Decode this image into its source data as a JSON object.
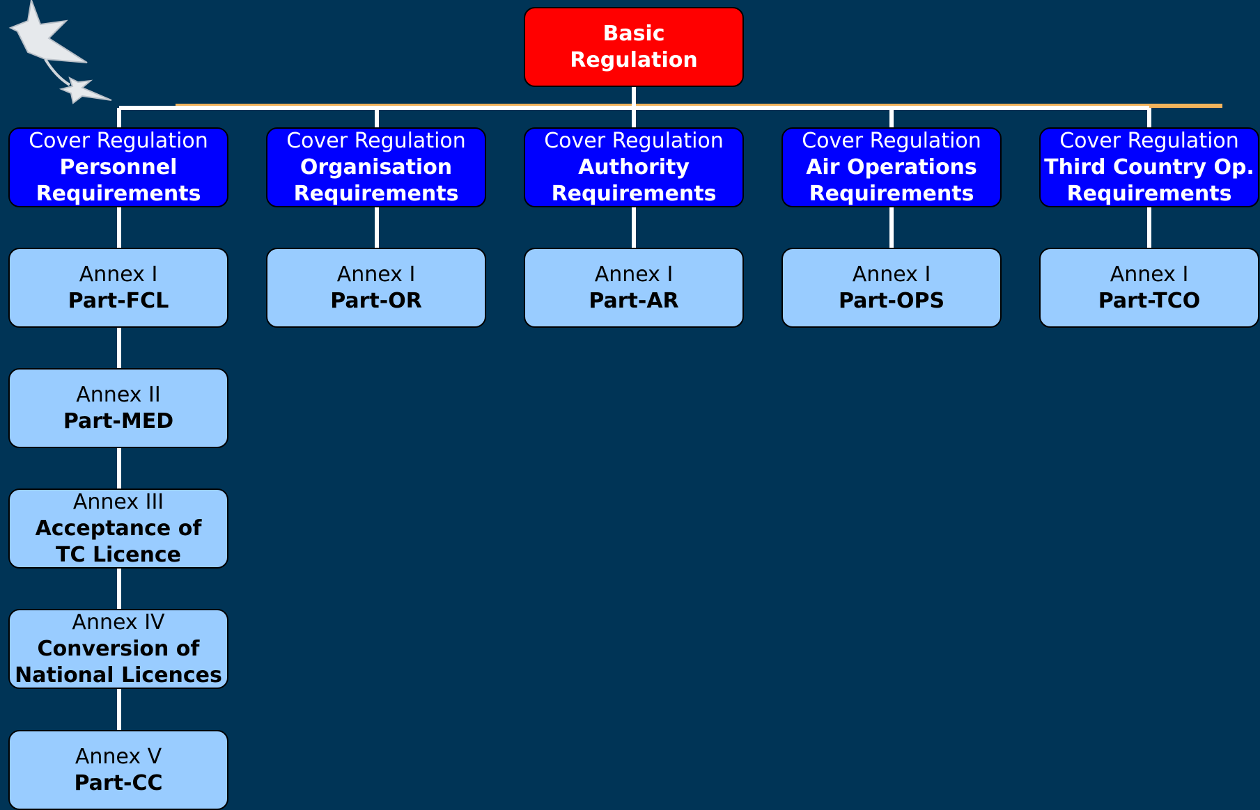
{
  "basic_regulation": {
    "line1": "Basic",
    "line2": "Regulation"
  },
  "colors": {
    "background": "#003456",
    "basic": "#ff0000",
    "cover": "#0000ff",
    "annex": "#99ccff",
    "connector": "#ffffff",
    "accent_line": "#f2b35c"
  },
  "logo": "stars-icon",
  "columns": [
    {
      "cover": {
        "line1": "Cover Regulation",
        "line2": "Personnel",
        "line3": "Requirements"
      },
      "annexes": [
        {
          "line1": "Annex I",
          "line2": "Part-FCL"
        },
        {
          "line1": "Annex II",
          "line2": "Part-MED"
        },
        {
          "line1": "Annex III",
          "line2": "Acceptance of",
          "line3": "TC Licence"
        },
        {
          "line1": "Annex IV",
          "line2": "Conversion of",
          "line3": "National Licences"
        },
        {
          "line1": "Annex V",
          "line2": "Part-CC"
        }
      ]
    },
    {
      "cover": {
        "line1": "Cover Regulation",
        "line2": "Organisation",
        "line3": "Requirements"
      },
      "annexes": [
        {
          "line1": "Annex I",
          "line2": "Part-OR"
        }
      ]
    },
    {
      "cover": {
        "line1": "Cover Regulation",
        "line2": "Authority",
        "line3": "Requirements"
      },
      "annexes": [
        {
          "line1": "Annex I",
          "line2": "Part-AR"
        }
      ]
    },
    {
      "cover": {
        "line1": "Cover Regulation",
        "line2": "Air Operations",
        "line3": "Requirements"
      },
      "annexes": [
        {
          "line1": "Annex I",
          "line2": "Part-OPS"
        }
      ]
    },
    {
      "cover": {
        "line1": "Cover Regulation",
        "line2": "Third Country Op.",
        "line3": "Requirements"
      },
      "annexes": [
        {
          "line1": "Annex I",
          "line2": "Part-TCO"
        }
      ]
    }
  ]
}
